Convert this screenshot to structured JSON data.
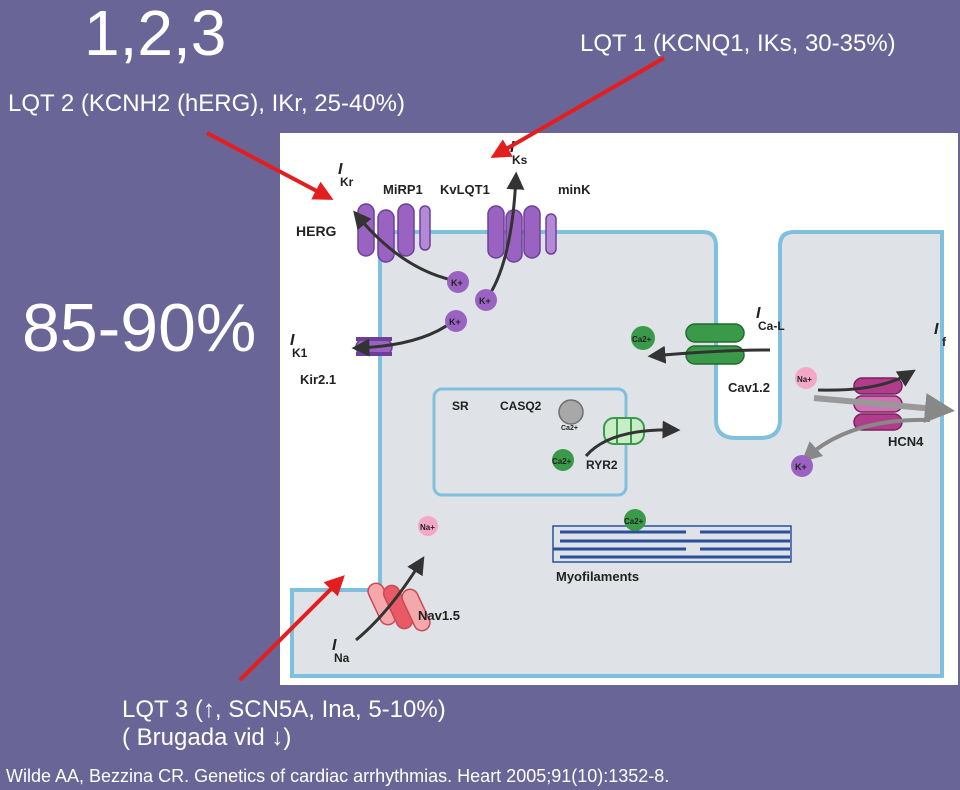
{
  "slide": {
    "title": "1,2,3",
    "lqt1_label": "LQT 1 (KCNQ1, IKs, 30-35%)",
    "lqt2_label": "LQT 2 (KCNH2 (hERG), IKr, 25-40%)",
    "percent_label": "85-90%",
    "lqt3_line1": "LQT 3 (↑, SCN5A, Ina, 5-10%)",
    "lqt3_line2": "( Brugada vid ↓)",
    "citation": "Wilde AA, Bezzina CR. Genetics of cardiac arrhythmias. Heart 2005;91(10):1352-8."
  },
  "diagram": {
    "labels": {
      "ikr_I": "I",
      "ikr_sub": "Kr",
      "miRP1": "MiRP1",
      "kvLQT1": "KvLQT1",
      "iks_I": "I",
      "iks_sub": "Ks",
      "minK": "minK",
      "herg": "HERG",
      "ik1_I": "I",
      "ik1_sub": "K1",
      "kir21": "Kir2.1",
      "sr": "SR",
      "casq2": "CASQ2",
      "ryr2": "RYR2",
      "ical_I": "I",
      "ical_sub": "Ca-L",
      "cav12": "Cav1.2",
      "if_I": "I",
      "if_sub": "f",
      "hcn4": "HCN4",
      "myofilaments": "Myofilaments",
      "nav15": "Nav1.5",
      "ina_I": "I",
      "ina_sub": "Na"
    },
    "ions": {
      "k": "K+",
      "ca": "Ca2+",
      "na": "Na+"
    },
    "colors": {
      "background": "#696596",
      "panel": "#ffffff",
      "cell": "#dfe2e6",
      "membrane": "#7fc0dc",
      "potassium": "#9a63c2",
      "calcium": "#3a9a4a",
      "sodium_channel": "#e85b66",
      "hcn_channel": "#b23c8c",
      "annotation_arrow": "#e41e1e"
    }
  }
}
